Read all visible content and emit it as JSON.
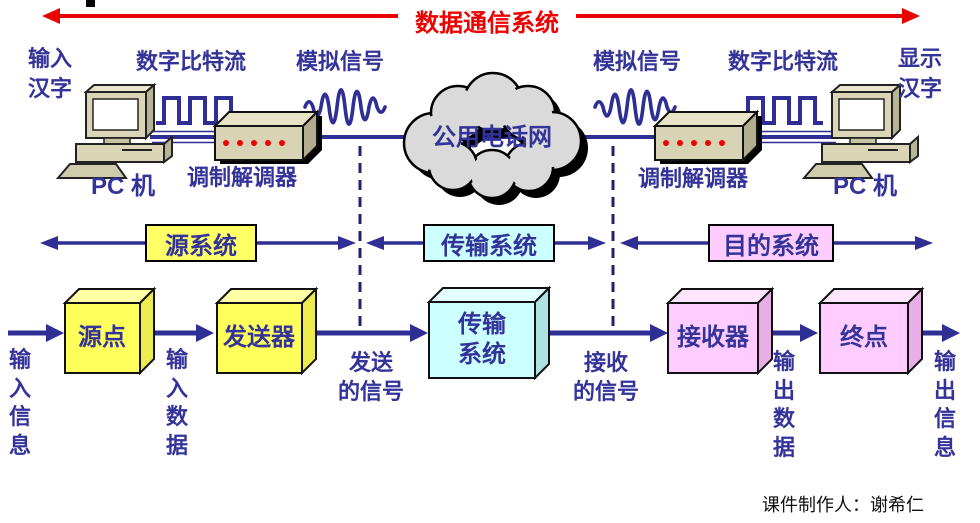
{
  "banner": {
    "title": "数据通信系统"
  },
  "source_side": {
    "input_label": "输入\n汉字",
    "pc_label": "PC 机",
    "bitstream_label": "数字比特流",
    "modem_label": "调制解调器",
    "analog_label": "模拟信号"
  },
  "network": {
    "cloud_label": "公用电话网"
  },
  "destination_side": {
    "analog_label": "模拟信号",
    "bitstream_label": "数字比特流",
    "modem_label": "调制解调器",
    "pc_label": "PC 机",
    "display_label": "显示\n汉字"
  },
  "systems_band": {
    "source_system": "源系统",
    "transmission_system": "传输系统",
    "destination_system": "目的系统"
  },
  "flow": {
    "input_info": "输\n入\n信\n息",
    "source_node": "源点",
    "input_data": "输\n入\n数\n据",
    "transmitter": "发送器",
    "sent_signal": "发送\n的信号",
    "transmission_system": "传输\n系统",
    "received_signal": "接收\n的信号",
    "receiver": "接收器",
    "output_data": "输\n出\n数\n据",
    "terminal": "终点",
    "output_info": "输\n出\n信\n息"
  },
  "footer": {
    "credit": "课件制作人：谢希仁"
  },
  "colors": {
    "banner_red": "#ee0000",
    "line_navy": "#2e2e94",
    "text_navy": "#333399",
    "source_yellow": "#ffff66",
    "transmission_cyan": "#ccffff",
    "destination_pink": "#ffccff",
    "cloud_gray": "#dadada"
  }
}
